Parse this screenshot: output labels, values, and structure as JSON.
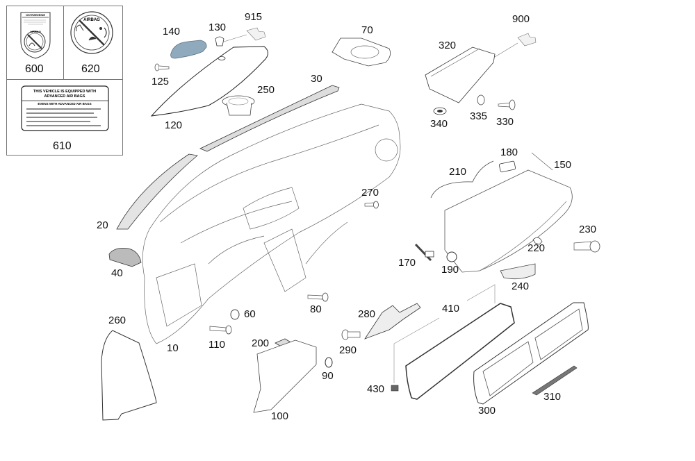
{
  "diagram": {
    "title": "Instrument panel / dashboard exploded parts diagram",
    "legend_boxes": [
      {
        "id": "600",
        "label": "600",
        "sticker_heading": "OSTRZEŻENIE",
        "sticker_word": "AIRBAG"
      },
      {
        "id": "620",
        "label": "620",
        "sticker_word": "AIRBAG"
      },
      {
        "id": "610",
        "label": "610",
        "sticker_heading_line1": "THIS VEHICLE IS EQUIPPED WITH",
        "sticker_heading_line2": "ADVANCED AIR BAGS",
        "sticker_subheading": "EVENS WITH ADVANCED AIR BAGS"
      }
    ],
    "part_numbers": [
      {
        "id": "p140",
        "label": "140"
      },
      {
        "id": "p130",
        "label": "130"
      },
      {
        "id": "p915",
        "label": "915"
      },
      {
        "id": "p125",
        "label": "125"
      },
      {
        "id": "p120",
        "label": "120"
      },
      {
        "id": "p250",
        "label": "250"
      },
      {
        "id": "p30",
        "label": "30"
      },
      {
        "id": "p70",
        "label": "70"
      },
      {
        "id": "p900",
        "label": "900"
      },
      {
        "id": "p320",
        "label": "320"
      },
      {
        "id": "p340",
        "label": "340"
      },
      {
        "id": "p335",
        "label": "335"
      },
      {
        "id": "p330",
        "label": "330"
      },
      {
        "id": "p180",
        "label": "180"
      },
      {
        "id": "p210",
        "label": "210"
      },
      {
        "id": "p150",
        "label": "150"
      },
      {
        "id": "p270",
        "label": "270"
      },
      {
        "id": "p20",
        "label": "20"
      },
      {
        "id": "p230",
        "label": "230"
      },
      {
        "id": "p220",
        "label": "220"
      },
      {
        "id": "p170",
        "label": "170"
      },
      {
        "id": "p190",
        "label": "190"
      },
      {
        "id": "p240",
        "label": "240"
      },
      {
        "id": "p40",
        "label": "40"
      },
      {
        "id": "p80",
        "label": "80"
      },
      {
        "id": "p60",
        "label": "60"
      },
      {
        "id": "p280",
        "label": "280"
      },
      {
        "id": "p410",
        "label": "410"
      },
      {
        "id": "p260",
        "label": "260"
      },
      {
        "id": "p110",
        "label": "110"
      },
      {
        "id": "p10",
        "label": "10"
      },
      {
        "id": "p200",
        "label": "200"
      },
      {
        "id": "p290",
        "label": "290"
      },
      {
        "id": "p90",
        "label": "90"
      },
      {
        "id": "p430",
        "label": "430"
      },
      {
        "id": "p310",
        "label": "310"
      },
      {
        "id": "p300",
        "label": "300"
      },
      {
        "id": "p100",
        "label": "100"
      }
    ],
    "colors": {
      "line": "#555555",
      "dark_line": "#222222",
      "highlight_part": "#8fa9bd",
      "box_border": "#777777"
    }
  }
}
